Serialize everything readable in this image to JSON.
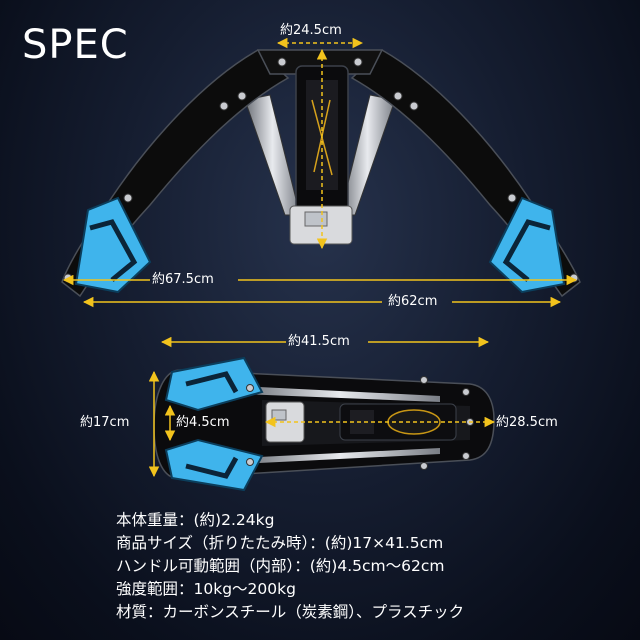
{
  "title": "SPEC",
  "dimensions": {
    "top_width": "約24.5cm",
    "span_outer": "約67.5cm",
    "span_inner": "約62cm",
    "closed_length": "約41.5cm",
    "closed_height": "約17cm",
    "handle_gap": "約4.5cm",
    "body_length": "約28.5cm"
  },
  "specs": [
    "本体重量：(約)2.24kg",
    "商品サイズ（折りたたみ時）：(約)17×41.5cm",
    "ハンドル可動範囲（内部）：(約)4.5cm〜62cm",
    "強度範囲：10kg〜200kg",
    "材質：カーボンスチール（炭素鋼）、プラスチック"
  ],
  "colors": {
    "background": "#111827",
    "frame": "#111111",
    "grip_accent": "#3fb4ec",
    "dimension_line": "#f2c31d",
    "text": "#ffffff"
  }
}
